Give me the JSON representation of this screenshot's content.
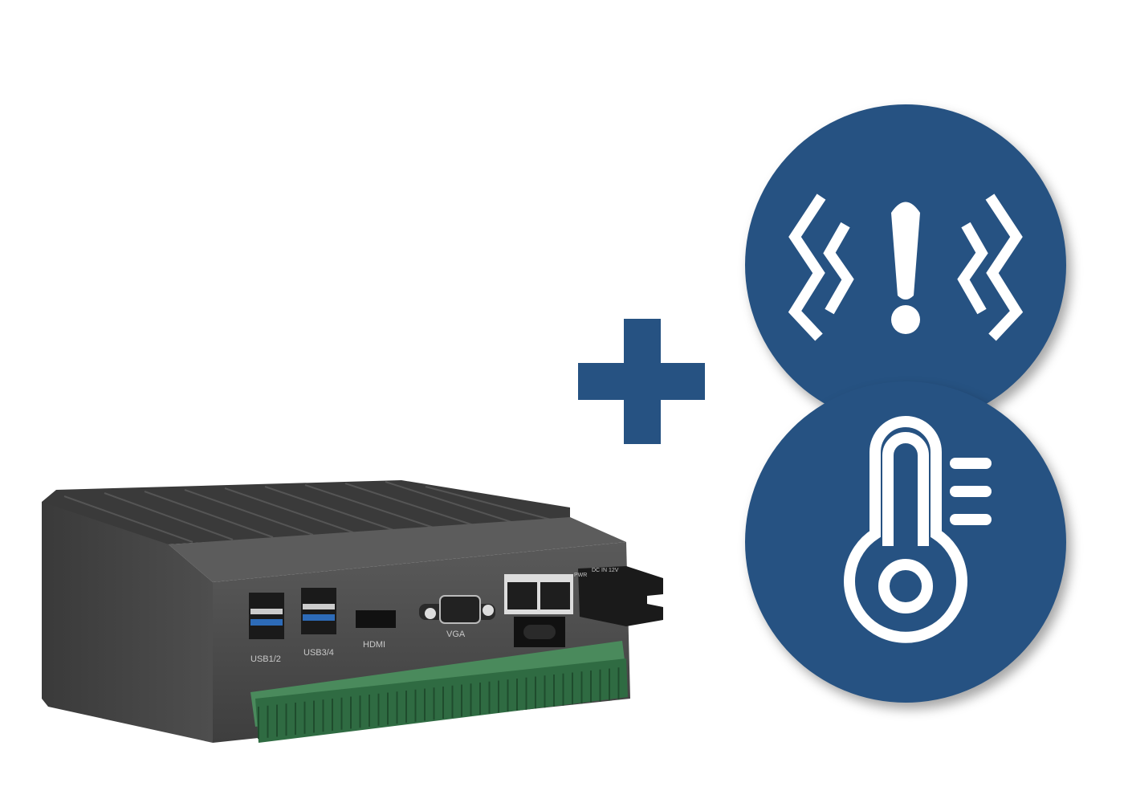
{
  "colors": {
    "brand_blue": "#265282",
    "chassis": "#4a4a4a",
    "terminal_green": "#3d7a4e"
  },
  "device": {
    "port_labels": {
      "usb12": "USB1/2",
      "usb34": "USB3/4",
      "hdmi": "HDMI",
      "vga": "VGA",
      "pwr": "PWR",
      "dc_in": "DC IN 12V"
    }
  },
  "icons": {
    "plus": "plus-icon",
    "alert": "vibration-alert-icon",
    "temperature": "thermometer-icon"
  }
}
